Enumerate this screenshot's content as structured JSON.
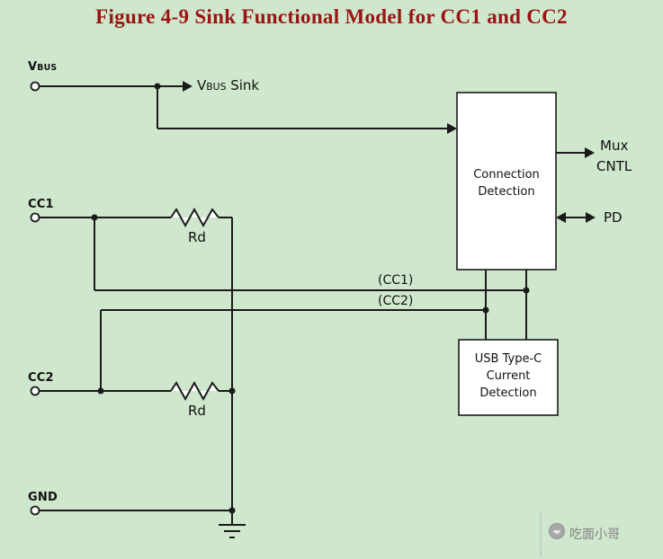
{
  "title": "Figure 4-9  Sink Functional Model for CC1 and CC2",
  "colors": {
    "background": "#cfe7cc",
    "title": "#9b1313",
    "wire": "#1a1a1a",
    "box_fill": "#ffffff",
    "watermark": "#848484"
  },
  "terminals": {
    "vbus": {
      "main": "V",
      "sub": "BUS"
    },
    "cc1": "CC1",
    "cc2": "CC2",
    "gnd": "GND"
  },
  "labels": {
    "vbus_sink": {
      "main": "V",
      "sub": "BUS",
      "rest": " Sink"
    },
    "rd_top": "Rd",
    "rd_bottom": "Rd",
    "cc1_wire": "(CC1)",
    "cc2_wire": "(CC2)",
    "mux": "Mux",
    "cntl": "CNTL",
    "pd": "PD"
  },
  "blocks": {
    "connection_detection": {
      "line1": "Connection",
      "line2": "Detection"
    },
    "current_detection": {
      "line1": "USB Type-C",
      "line2": "Current",
      "line3": "Detection"
    }
  },
  "watermark": {
    "text": "吃面小哥"
  }
}
